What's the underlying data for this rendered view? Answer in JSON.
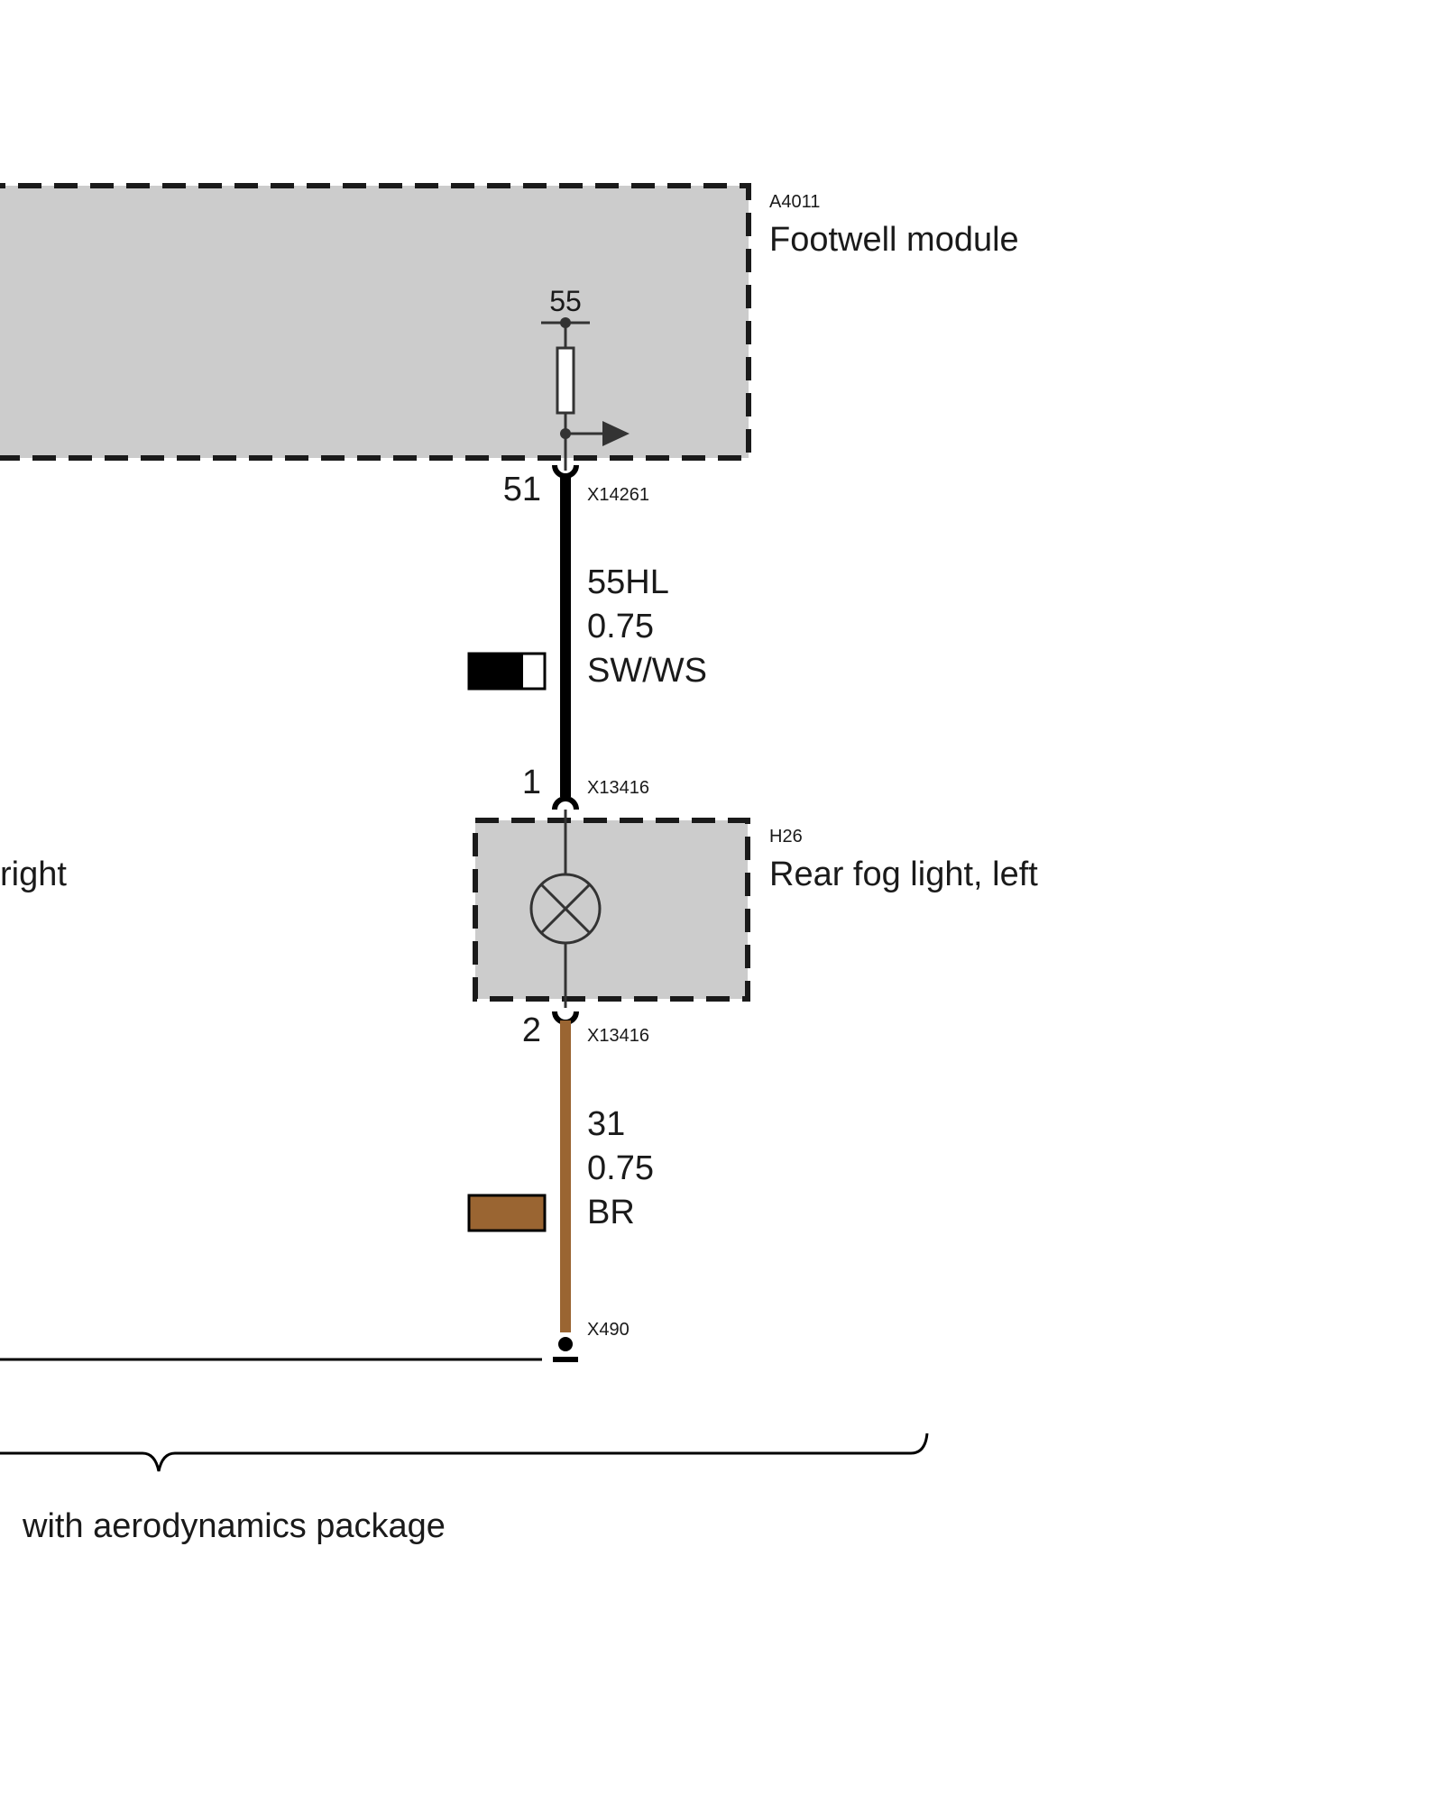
{
  "module": {
    "code": "A4011",
    "name": "Footwell module",
    "terminal": "55"
  },
  "connector_top": {
    "pin": "51",
    "code": "X14261"
  },
  "wire_signal": {
    "circuit": "55HL",
    "cross_section": "0.75",
    "color": "SW/WS",
    "swatch_primary": "#000000",
    "swatch_secondary": "#ffffff"
  },
  "connector_lamp_in": {
    "pin": "1",
    "code": "X13416"
  },
  "lamp": {
    "code": "H26",
    "name": "Rear fog light, left"
  },
  "neighbor_label": "right",
  "connector_lamp_out": {
    "pin": "2",
    "code": "X13416"
  },
  "wire_ground": {
    "circuit": "31",
    "cross_section": "0.75",
    "color": "BR",
    "swatch": "#9a6532"
  },
  "ground_point": {
    "code": "X490"
  },
  "bracket_note": "with aerodynamics package",
  "colors": {
    "component_fill": "#cccccc",
    "dashed_border": "#1a1a1a",
    "signal_wire": "#000000",
    "ground_wire": "#9a6532"
  }
}
